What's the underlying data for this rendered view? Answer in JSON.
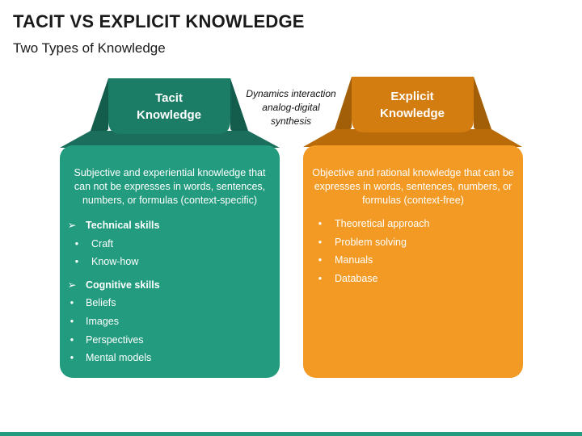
{
  "header": {
    "title": "TACIT VS EXPLICIT KNOWLEDGE",
    "subtitle": "Two Types of Knowledge"
  },
  "middle_note": {
    "line1": "Dynamics interaction",
    "line2": "analog-digital",
    "line3": "synthesis"
  },
  "tacit": {
    "tab_line1": "Tacit",
    "tab_line2": "Knowledge",
    "description": "Subjective and experiential knowledge that can not be expresses in words, sentences, numbers, or formulas (context-specific)",
    "groups": [
      {
        "heading": "Technical skills",
        "items": [
          "Craft",
          "Know-how"
        ]
      },
      {
        "heading": "Cognitive skills",
        "items": [
          "Beliefs",
          "Images",
          "Perspectives",
          "Mental models"
        ]
      }
    ],
    "colors": {
      "tab": "#1c7d67",
      "body": "#229b7f",
      "shadow": "#145c4c"
    }
  },
  "explicit": {
    "tab_line1": "Explicit",
    "tab_line2": "Knowledge",
    "description": "Objective and rational knowledge that can be expresses in words, sentences, numbers, or formulas (context-free)",
    "items": [
      "Theoretical approach",
      "Problem solving",
      "Manuals",
      "Database"
    ],
    "colors": {
      "tab": "#d37d10",
      "body": "#f29a24",
      "shadow": "#a35f08"
    }
  },
  "icons": {
    "heading_bullet": "arrowhead-icon",
    "item_bullet": "dot-icon"
  }
}
